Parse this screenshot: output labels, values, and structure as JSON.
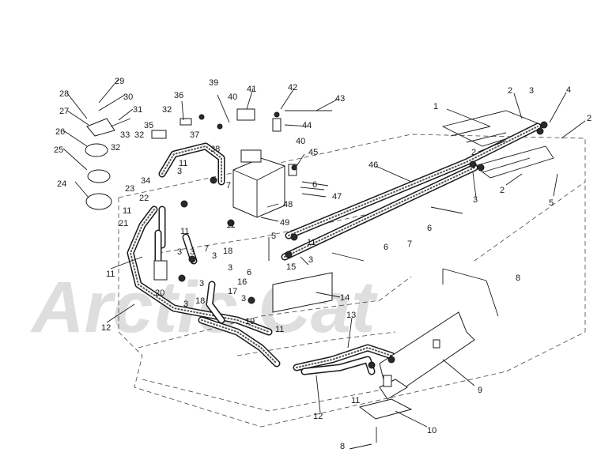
{
  "watermark": {
    "text": "Arctic Cat"
  },
  "callouts": [
    "1",
    "2",
    "2",
    "2",
    "2",
    "3",
    "3",
    "3",
    "3",
    "3",
    "3",
    "3",
    "3",
    "3",
    "3",
    "3",
    "4",
    "5",
    "5",
    "6",
    "6",
    "6",
    "6",
    "7",
    "7",
    "7",
    "8",
    "8",
    "9",
    "10",
    "11",
    "11",
    "11",
    "11",
    "11",
    "11",
    "11",
    "11",
    "12",
    "12",
    "13",
    "14",
    "15",
    "16",
    "17",
    "18",
    "18",
    "19",
    "20",
    "21",
    "22",
    "23",
    "24",
    "25",
    "26",
    "27",
    "28",
    "29",
    "30",
    "31",
    "32",
    "32",
    "32",
    "33",
    "34",
    "35",
    "36",
    "37",
    "38",
    "39",
    "40",
    "40",
    "41",
    "42",
    "43",
    "44",
    "45",
    "46",
    "47",
    "48",
    "49"
  ]
}
